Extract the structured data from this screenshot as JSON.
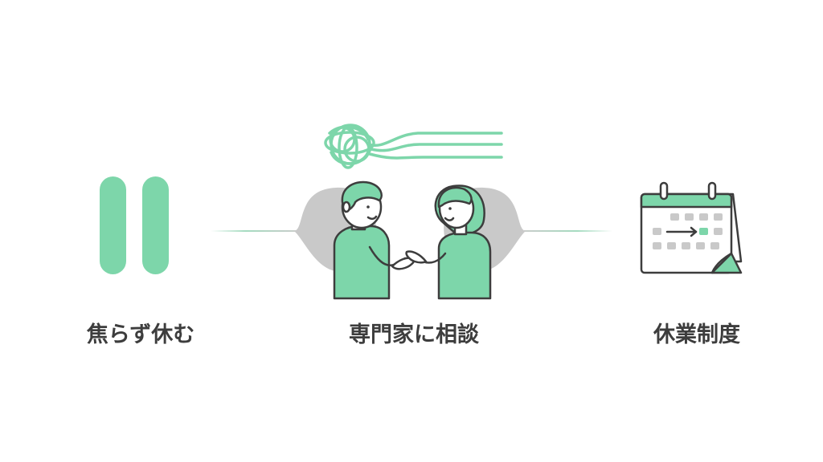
{
  "steps": [
    {
      "label": "焦らず休む",
      "icon": "pause-icon"
    },
    {
      "label": "専門家に相談",
      "icon": "consultation-icon"
    },
    {
      "label": "休業制度",
      "icon": "calendar-icon"
    }
  ],
  "colors": {
    "accent": "#7dd6aa",
    "outline": "#3d3d3d",
    "shadow": "#c9c9c9",
    "text": "#3d3d3d"
  }
}
